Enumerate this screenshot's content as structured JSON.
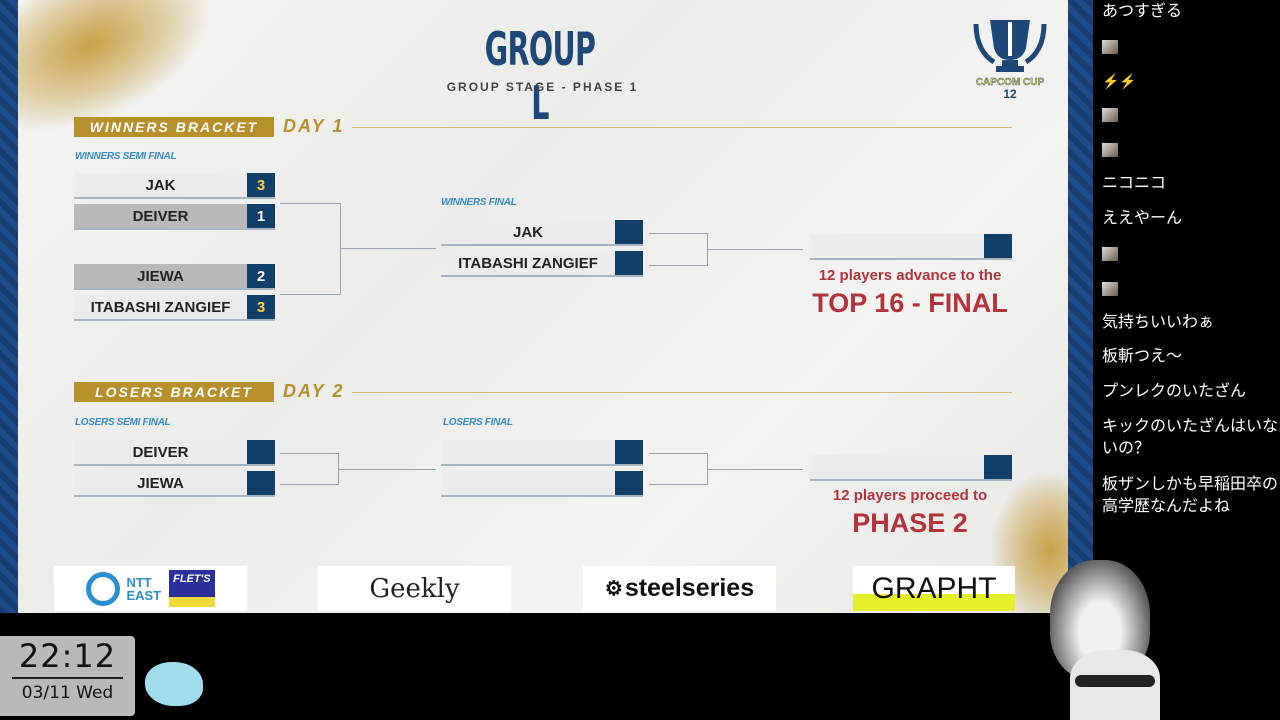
{
  "header": {
    "title": "GROUP L",
    "subtitle": "GROUP STAGE - PHASE 1",
    "logo_text": "CAPCOM CUP",
    "logo_number": "12"
  },
  "winners": {
    "header": "WINNERS BRACKET",
    "day": "DAY 1",
    "semi_label": "WINNERS SEMI FINAL",
    "semi": [
      {
        "name": "JAK",
        "score": "3"
      },
      {
        "name": "DEIVER",
        "score": "1"
      },
      {
        "name": "JIEWA",
        "score": "2"
      },
      {
        "name": "ITABASHI ZANGIEF",
        "score": "3"
      }
    ],
    "final_label": "WINNERS FINAL",
    "final": [
      {
        "name": "JAK",
        "score": ""
      },
      {
        "name": "ITABASHI ZANGIEF",
        "score": ""
      }
    ],
    "advance_line1": "12 players advance to the",
    "advance_line2": "TOP 16 - FINAL"
  },
  "losers": {
    "header": "LOSERS BRACKET",
    "day": "DAY 2",
    "semi_label": "LOSERS SEMI FINAL",
    "semi": [
      {
        "name": "DEIVER",
        "score": ""
      },
      {
        "name": "JIEWA",
        "score": ""
      }
    ],
    "final_label": "LOSERS FINAL",
    "final": [
      {
        "name": "",
        "score": ""
      },
      {
        "name": "",
        "score": ""
      }
    ],
    "advance_line1": "12 players proceed to",
    "advance_line2": "PHASE 2"
  },
  "sponsors": {
    "ntt_line1": "NTT",
    "ntt_line2": "EAST",
    "flets": "FLET'S",
    "geekly": "Geekly",
    "steelseries": "steelseries",
    "grapht": "GRAPHT"
  },
  "clock": {
    "time": "22:12",
    "date": "03/11 Wed"
  },
  "chat": [
    "あつすぎる",
    "ニコニコ",
    "ええやーん",
    "気持ちいいわぁ",
    "板斬つえ～",
    "プンレクのいたざん",
    "キックのいたざんはいないの？",
    "板ザンしかも早稲田卒の高学歴なんだよね"
  ],
  "colors": {
    "navy": "#123e6a",
    "gold": "#b8902b",
    "red": "#b3333d",
    "label_blue": "#3a8ac8"
  }
}
